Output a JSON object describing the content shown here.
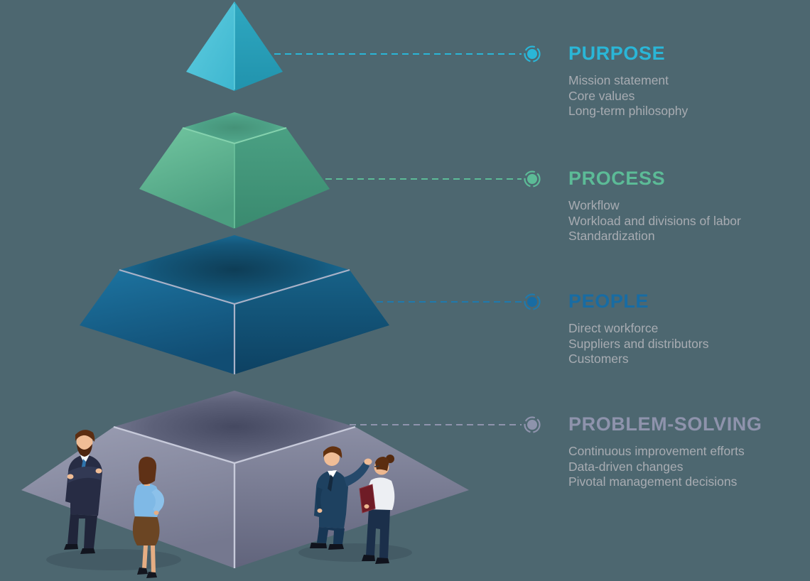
{
  "canvas": {
    "background_color": "#4d6770"
  },
  "sections": [
    {
      "id": "purpose",
      "title": "PURPOSE",
      "color": "#2ab6d7",
      "items": [
        "Mission statement",
        "Core values",
        "Long-term philosophy"
      ]
    },
    {
      "id": "process",
      "title": "PROCESS",
      "color": "#5cbb97",
      "items": [
        "Workflow",
        "Workload and divisions of labor",
        "Standardization"
      ]
    },
    {
      "id": "people",
      "title": "PEOPLE",
      "color": "#186ca3",
      "items": [
        "Direct workforce",
        "Suppliers and distributors",
        "Customers"
      ]
    },
    {
      "id": "problem_solving",
      "title": "PROBLEM-SOLVING",
      "color": "#8e93ac",
      "items": [
        "Continuous improvement efforts",
        "Data-driven changes",
        "Pivotal management decisions"
      ]
    }
  ],
  "body_text_color": "#a8acb2",
  "pyramid": {
    "levels": [
      {
        "name": "purpose-top",
        "color": "#3bb7d1"
      },
      {
        "name": "process-tier",
        "color": "#55b18d"
      },
      {
        "name": "people-tier",
        "color": "#155e86"
      },
      {
        "name": "problem-solving-base",
        "color": "#82859c"
      }
    ]
  }
}
